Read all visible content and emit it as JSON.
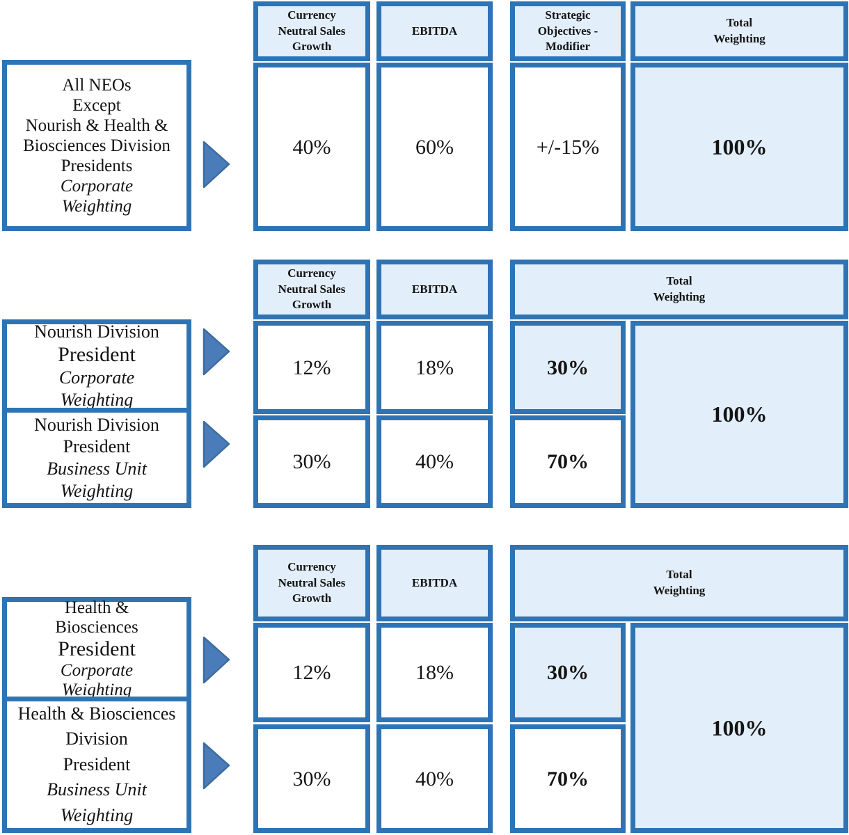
{
  "colors": {
    "border_blue": "#2e74b5",
    "cell_light_blue": "#e2eef9",
    "cell_white": "#ffffff",
    "arrow_fill": "#4a7cba",
    "arrow_stroke": "#3c6c9e",
    "text": "#141414"
  },
  "sections": [
    {
      "id": "all-neos-corporate",
      "label": {
        "regular": "All NEOs\nExcept\nNourish & Health &\nBiosciences Division\nPresidents",
        "italic": "Corporate\nWeighting"
      },
      "headers": {
        "col1": "Currency\nNeutral Sales\nGrowth",
        "col2": "EBITDA",
        "col3": "Strategic\nObjectives  -\nModifier",
        "col4": "Total\nWeighting"
      },
      "values": {
        "col1": "40%",
        "col2": "60%",
        "col3": "+/-15%",
        "total": "100%"
      }
    },
    {
      "id": "nourish-division",
      "headers": {
        "col1": "Currency\nNeutral Sales\nGrowth",
        "col2": "EBITDA",
        "total": "Total\nWeighting"
      },
      "rows": [
        {
          "label_regular": "Nourish Division",
          "label_big": "President",
          "label_italic": "Corporate\nWeighting",
          "col1": "12%",
          "col2": "18%",
          "subtotal": "30%"
        },
        {
          "label_regular": "Nourish Division\nPresident",
          "label_italic": "Business Unit\nWeighting",
          "col1": "30%",
          "col2": "40%",
          "subtotal": "70%"
        }
      ],
      "total": "100%"
    },
    {
      "id": "health-biosciences",
      "headers": {
        "col1": "Currency\nNeutral Sales\nGrowth",
        "col2": "EBITDA",
        "total": "Total\nWeighting"
      },
      "rows": [
        {
          "label_regular": "Health &\nBiosciences",
          "label_big": "President",
          "label_italic": "Corporate\nWeighting",
          "col1": "12%",
          "col2": "18%",
          "subtotal": "30%"
        },
        {
          "label_regular": "Health & Biosciences\nDivision\nPresident",
          "label_italic": "Business Unit\nWeighting",
          "col1": "30%",
          "col2": "40%",
          "subtotal": "70%"
        }
      ],
      "total": "100%"
    }
  ]
}
